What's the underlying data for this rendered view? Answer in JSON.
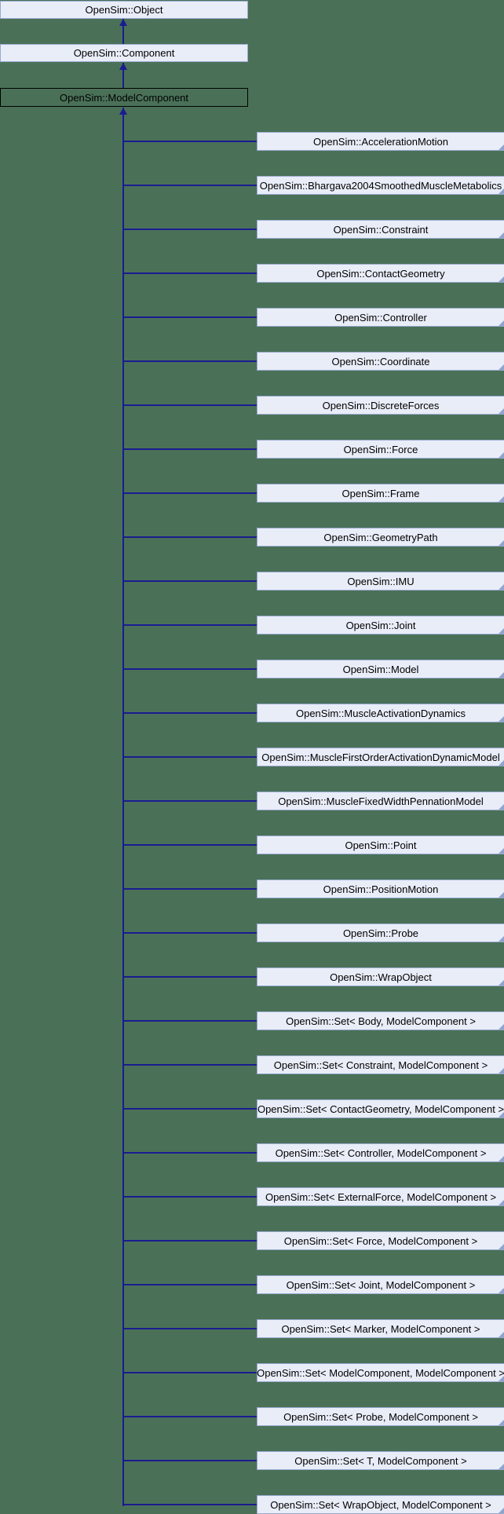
{
  "diagram": {
    "type": "inheritance-graph",
    "colors": {
      "background": "#4A7158",
      "node_fill": "#E9EDF8",
      "node_border": "#9AAACF",
      "node_corner_shadow": "#8FA3CF",
      "selected_node_border": "#000000",
      "edge": "#1A1C90",
      "text": "#000000"
    },
    "ancestors": [
      {
        "label": "OpenSim::Object"
      },
      {
        "label": "OpenSim::Component"
      }
    ],
    "selected": {
      "label": "OpenSim::ModelComponent"
    },
    "children": [
      {
        "label": "OpenSim::AccelerationMotion"
      },
      {
        "label": "OpenSim::Bhargava2004SmoothedMuscleMetabolics"
      },
      {
        "label": "OpenSim::Constraint"
      },
      {
        "label": "OpenSim::ContactGeometry"
      },
      {
        "label": "OpenSim::Controller"
      },
      {
        "label": "OpenSim::Coordinate"
      },
      {
        "label": "OpenSim::DiscreteForces"
      },
      {
        "label": "OpenSim::Force"
      },
      {
        "label": "OpenSim::Frame"
      },
      {
        "label": "OpenSim::GeometryPath"
      },
      {
        "label": "OpenSim::IMU"
      },
      {
        "label": "OpenSim::Joint"
      },
      {
        "label": "OpenSim::Model"
      },
      {
        "label": "OpenSim::MuscleActivationDynamics"
      },
      {
        "label": "OpenSim::MuscleFirstOrderActivationDynamicModel"
      },
      {
        "label": "OpenSim::MuscleFixedWidthPennationModel"
      },
      {
        "label": "OpenSim::Point"
      },
      {
        "label": "OpenSim::PositionMotion"
      },
      {
        "label": "OpenSim::Probe"
      },
      {
        "label": "OpenSim::WrapObject"
      },
      {
        "label": "OpenSim::Set< Body, ModelComponent >"
      },
      {
        "label": "OpenSim::Set< Constraint, ModelComponent >"
      },
      {
        "label": "OpenSim::Set< ContactGeometry, ModelComponent >"
      },
      {
        "label": "OpenSim::Set< Controller, ModelComponent >"
      },
      {
        "label": "OpenSim::Set< ExternalForce, ModelComponent >"
      },
      {
        "label": "OpenSim::Set< Force, ModelComponent >"
      },
      {
        "label": "OpenSim::Set< Joint, ModelComponent >"
      },
      {
        "label": "OpenSim::Set< Marker, ModelComponent >"
      },
      {
        "label": "OpenSim::Set< ModelComponent, ModelComponent >"
      },
      {
        "label": "OpenSim::Set< Probe, ModelComponent >"
      },
      {
        "label": "OpenSim::Set< T, ModelComponent >"
      },
      {
        "label": "OpenSim::Set< WrapObject, ModelComponent >"
      }
    ]
  }
}
